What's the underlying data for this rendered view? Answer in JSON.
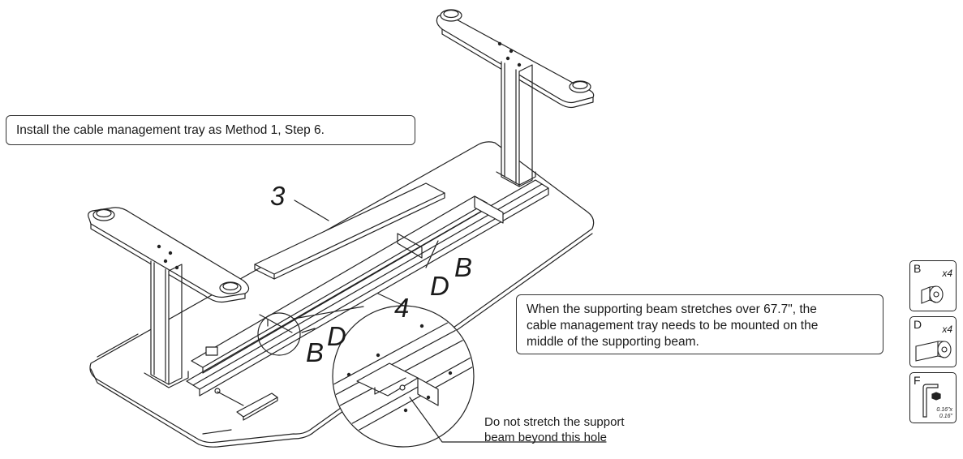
{
  "notes": {
    "cable_tray": "Install the cable management tray as Method 1, Step 6.",
    "long_beam_line1": "When the supporting beam stretches over 67.7\", the",
    "long_beam_line2": "cable management tray needs to be mounted on the",
    "long_beam_line3": "middle of the supporting beam.",
    "warning_line1": "Do not stretch the support",
    "warning_line2": "beam beyond this hole"
  },
  "labels": {
    "tray": "3",
    "beam": "4",
    "screw_b": "B",
    "screw_d": "D"
  },
  "parts": [
    {
      "letter": "B",
      "qty": "x4",
      "icon": "short-bolt-icon"
    },
    {
      "letter": "D",
      "qty": "x4",
      "icon": "long-bolt-icon"
    },
    {
      "letter": "F",
      "qty": "",
      "icon": "allen-key-icon",
      "dim1": "0.16\"x",
      "dim2": "0.16\""
    }
  ]
}
